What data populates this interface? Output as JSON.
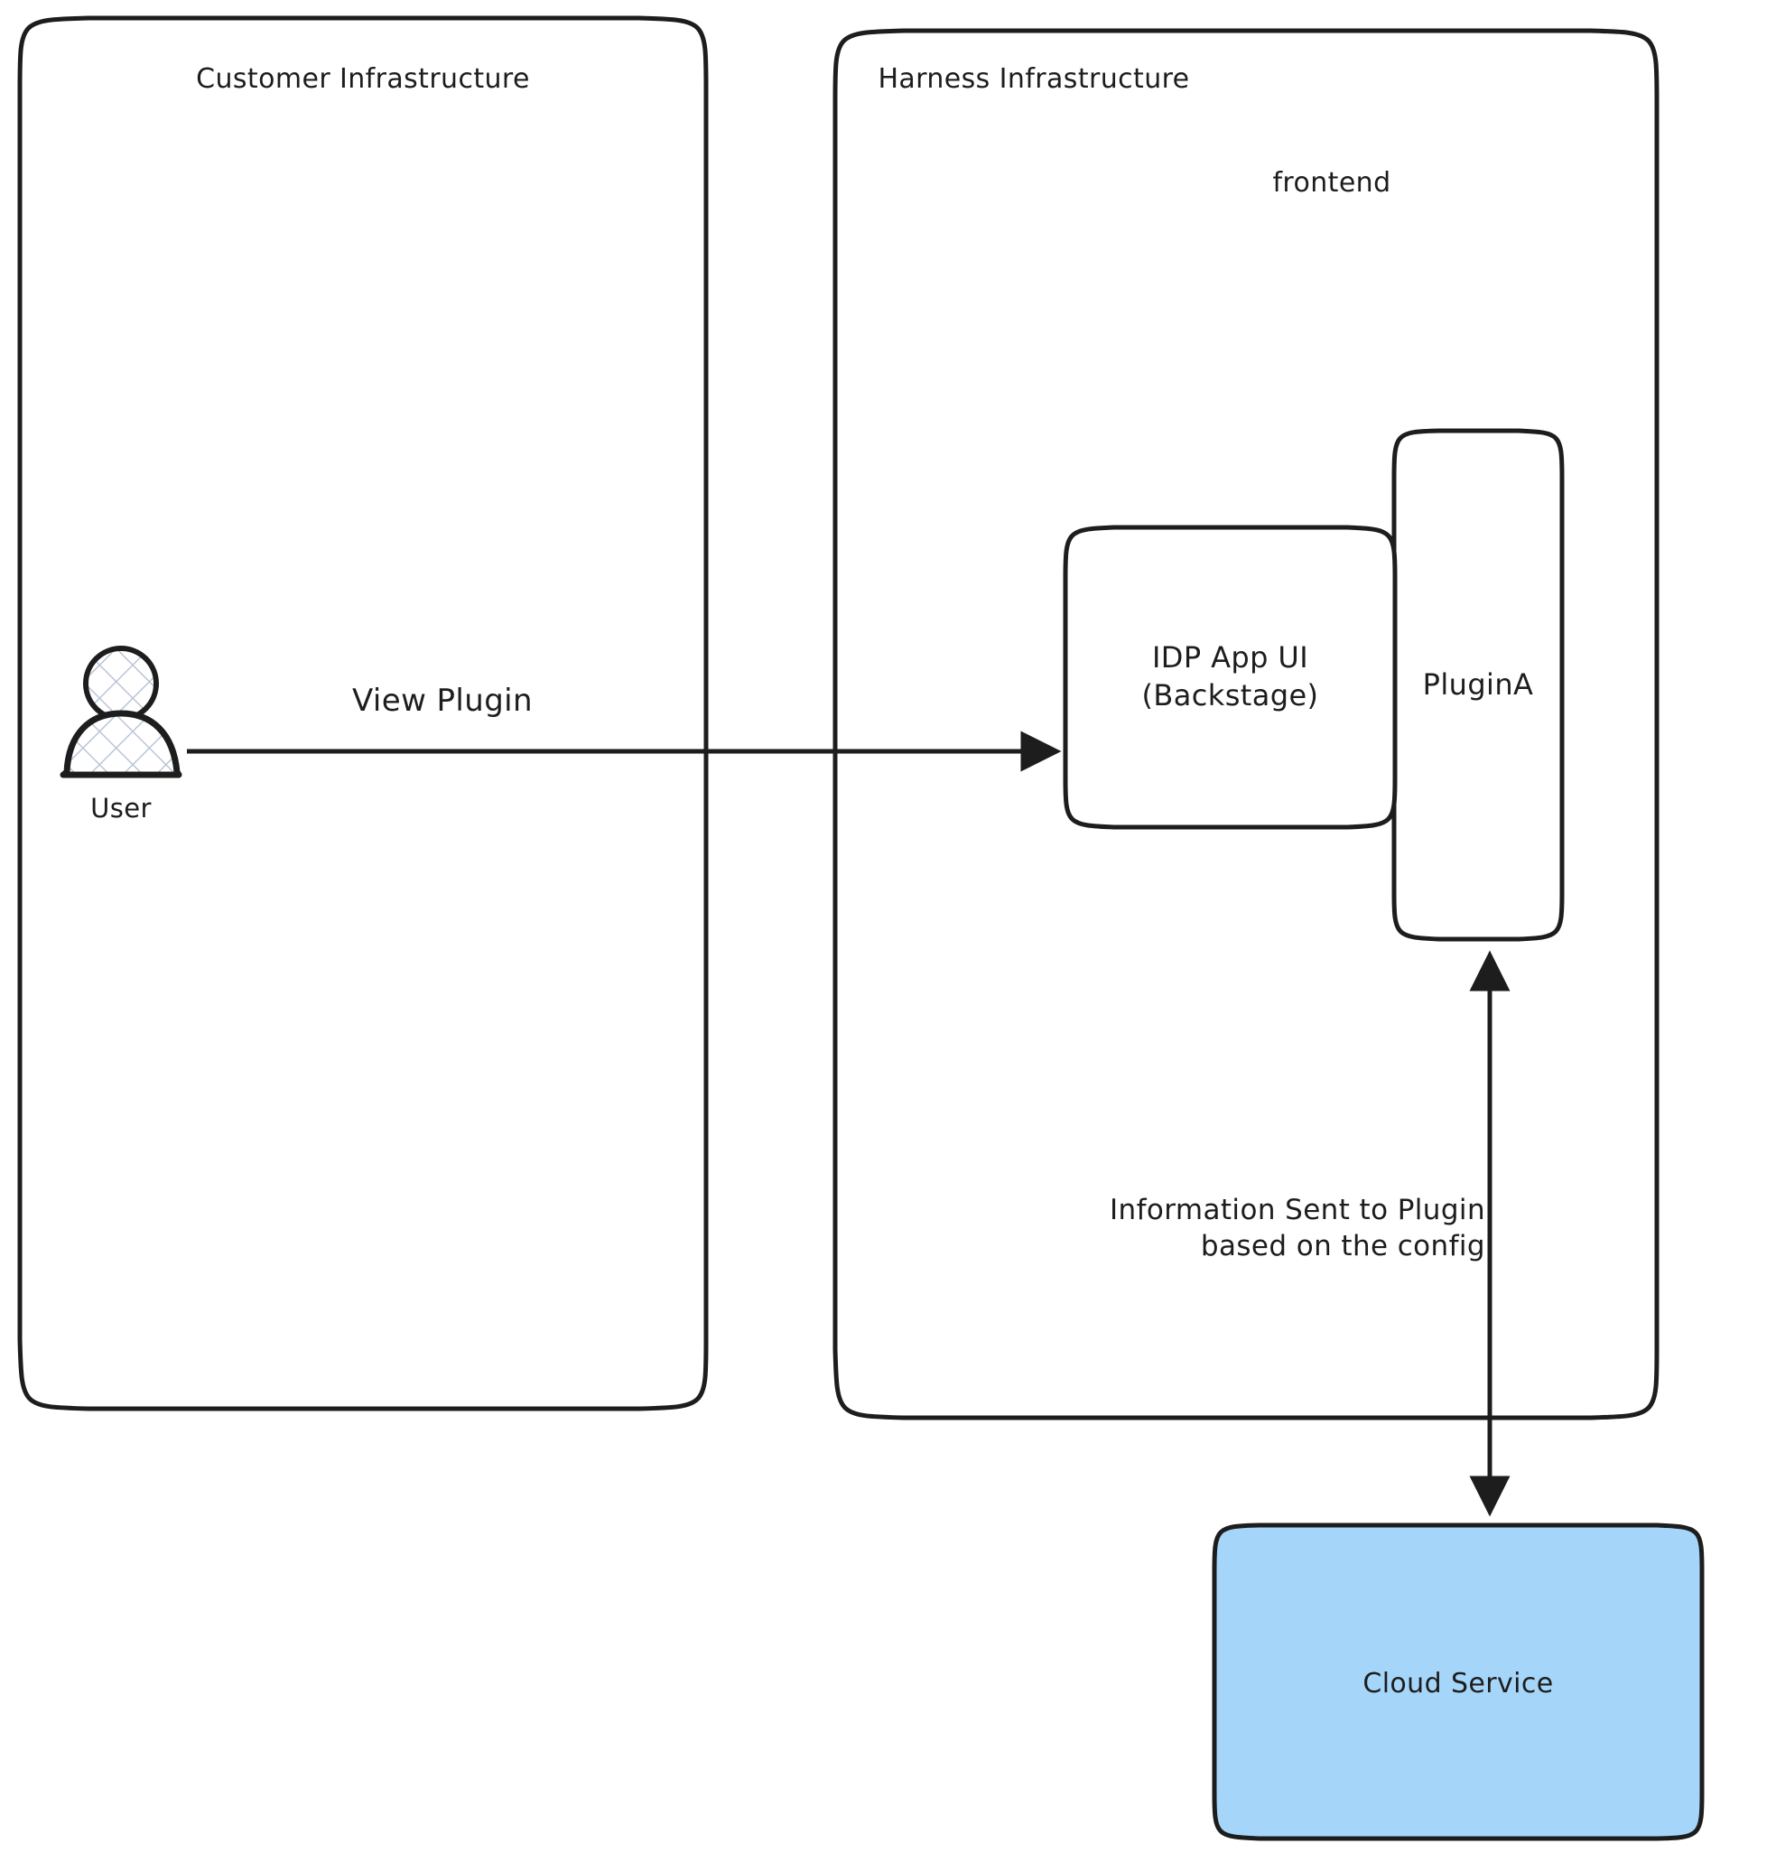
{
  "diagram": {
    "type": "architecture-flow",
    "background": "#ffffff",
    "stroke_color": "#1d1d1d",
    "boundaries": [
      {
        "id": "customer-infrastructure",
        "label": "Customer Infrastructure",
        "fill": "#ffffff",
        "stroke": "#1d1d1d"
      },
      {
        "id": "harness-infrastructure",
        "label": "Harness Infrastructure",
        "fill": "#ffffff",
        "stroke": "#1d1d1d"
      }
    ],
    "group_labels": [
      {
        "id": "frontend",
        "label": "frontend"
      }
    ],
    "nodes": [
      {
        "id": "user",
        "label": "User",
        "shape": "actor",
        "fill": "crosshatch"
      },
      {
        "id": "idp-app-ui",
        "label": "IDP App UI\n(Backstage)",
        "shape": "rounded-rect",
        "fill": "#ffffff",
        "stroke": "#1d1d1d"
      },
      {
        "id": "plugin-a",
        "label": "PluginA",
        "shape": "rounded-rect",
        "fill": "#ffffff",
        "stroke": "#1d1d1d"
      },
      {
        "id": "cloud-service",
        "label": "Cloud Service",
        "shape": "rounded-rect",
        "fill": "#a5d6fa",
        "stroke": "#1d1d1d"
      }
    ],
    "edges": [
      {
        "id": "user-to-idp",
        "from": "user",
        "to": "idp-app-ui",
        "label": "View Plugin",
        "direction": "forward"
      },
      {
        "id": "plugin-to-cloud",
        "from": "plugin-a",
        "to": "cloud-service",
        "label": "Information Sent to Plugin\nbased on the config",
        "direction": "both"
      }
    ]
  }
}
